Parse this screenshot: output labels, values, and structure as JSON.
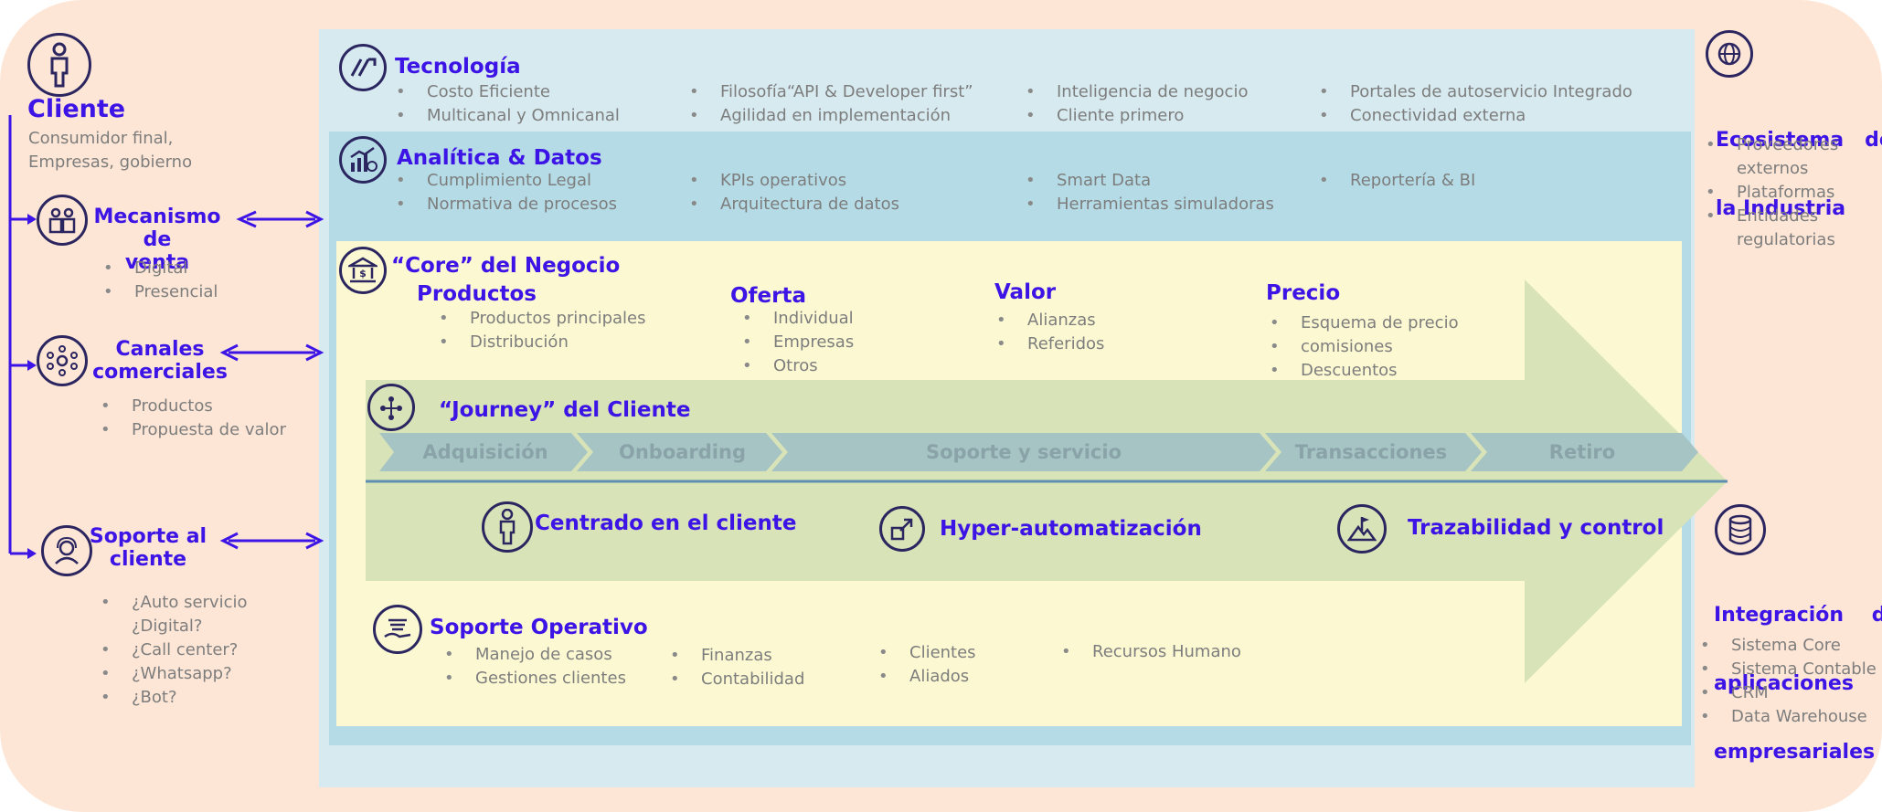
{
  "cliente": {
    "title": "Cliente",
    "desc_line1": "Consumidor final,",
    "desc_line2": "Empresas, gobierno"
  },
  "mecanismo": {
    "title_line1": "Mecanismo de",
    "title_line2": "venta",
    "items": [
      "Digital",
      "Presencial"
    ]
  },
  "canales": {
    "title_line1": "Canales",
    "title_line2": "comerciales",
    "items": [
      "Productos",
      "Propuesta de valor"
    ]
  },
  "soporte_cliente": {
    "title_line1": "Soporte al",
    "title_line2": "cliente",
    "items": [
      "¿Auto servicio",
      "¿Digital?",
      "¿Call center?",
      "¿Whatsapp?",
      "¿Bot?"
    ]
  },
  "tecnologia": {
    "title": "Tecnología",
    "col1": [
      "Costo Eficiente",
      "Multicanal y Omnicanal"
    ],
    "col2": [
      "Filosofía“API & Developer  first”",
      "Agilidad en implementación"
    ],
    "col3": [
      "Inteligencia de negocio",
      "Cliente primero"
    ],
    "col4": [
      "Portales de autoservicio Integrado",
      "Conectividad externa"
    ]
  },
  "analitica": {
    "title": "Analítica & Datos",
    "col1": [
      "Cumplimiento Legal",
      "Normativa de procesos"
    ],
    "col2": [
      "KPIs operativos",
      "Arquitectura de datos"
    ],
    "col3": [
      "Smart Data",
      "Herramientas simuladoras"
    ],
    "col4": [
      "Reportería & BI"
    ]
  },
  "core": {
    "title": "“Core” del Negocio",
    "productos": {
      "title": "Productos",
      "items": [
        "Productos principales",
        "Distribución"
      ]
    },
    "oferta": {
      "title": "Oferta",
      "items": [
        "Individual",
        "Empresas",
        "Otros"
      ]
    },
    "valor": {
      "title": "Valor",
      "items": [
        "Alianzas",
        "Referidos"
      ]
    },
    "precio": {
      "title": "Precio",
      "items": [
        "Esquema de precio",
        "comisiones",
        "Descuentos"
      ]
    }
  },
  "journey": {
    "title": "“Journey” del Cliente",
    "stages": [
      "Adquisición",
      "Onboarding",
      "Soporte y servicio",
      "Transacciones",
      "Retiro"
    ],
    "pillars": [
      "Centrado en el cliente",
      "Hyper-automatización",
      "Trazabilidad y control"
    ]
  },
  "soporte_operativo": {
    "title": "Soporte Operativo",
    "col1": [
      "Manejo de casos",
      "Gestiones clientes"
    ],
    "col2": [
      "Finanzas",
      "Contabilidad"
    ],
    "col3": [
      "Clientes",
      "Aliados"
    ],
    "col4": [
      "Recursos Humano"
    ]
  },
  "ecosistema": {
    "title_line1": "Ecosistema   de",
    "title_line2": "la Industria",
    "items": [
      "Proveedores",
      "externos",
      "Plataformas",
      "Entidades",
      "regulatorias"
    ]
  },
  "integracion": {
    "title_line1": "Integración    de",
    "title_line2": "aplicaciones",
    "title_line3": "empresariales",
    "items": [
      "Sistema Core",
      "Sistema Contable",
      "CRM",
      "Data Warehouse"
    ]
  },
  "colors": {
    "accent": "#3d14e6",
    "icon_stroke": "#2b2660",
    "text_grey": "#7d7d7d",
    "bg_peach": "#fde6d6",
    "tech_blue": "#d6eaf0",
    "analytics_blue": "#b5dce6",
    "core_yellow": "#fcf9d2",
    "arrow_green": "#d8e3b8",
    "stage_teal": "#a6c4c4"
  }
}
